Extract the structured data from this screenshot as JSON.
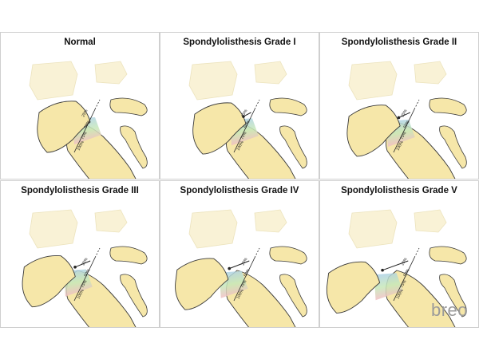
{
  "panels": [
    {
      "title": "Normal",
      "slip": 0,
      "percent_labels": [
        "25%",
        "50%",
        "75%",
        "100%"
      ]
    },
    {
      "title": "Spondylolisthesis Grade I",
      "slip": 0.15,
      "percent_labels": [
        "25%",
        "50%",
        "75%",
        "100%"
      ]
    },
    {
      "title": "Spondylolisthesis Grade II",
      "slip": 0.35,
      "percent_labels": [
        "25%",
        "50%",
        "75%",
        "100%"
      ]
    },
    {
      "title": "Spondylolisthesis Grade III",
      "slip": 0.55,
      "percent_labels": [
        "25%",
        "50%",
        "75%",
        "100%"
      ]
    },
    {
      "title": "Spondylolisthesis Grade IV",
      "slip": 0.8,
      "percent_labels": [
        "25%",
        "50%",
        "75%",
        "100%"
      ]
    },
    {
      "title": "Spondylolisthesis Grade V",
      "slip": 1.1,
      "percent_labels": [
        "25%",
        "50%",
        "75%",
        "100%"
      ]
    }
  ],
  "logo": "breo",
  "colors": {
    "bone": "#f6e7a9",
    "bone_outline": "#3a3a3a",
    "faded_bone": "#f9f2d6",
    "disc_blue": "#a9cdef",
    "disc_green": "#c7e8b8",
    "disc_pink": "#f4bcc4",
    "border": "#cfcfcf"
  }
}
